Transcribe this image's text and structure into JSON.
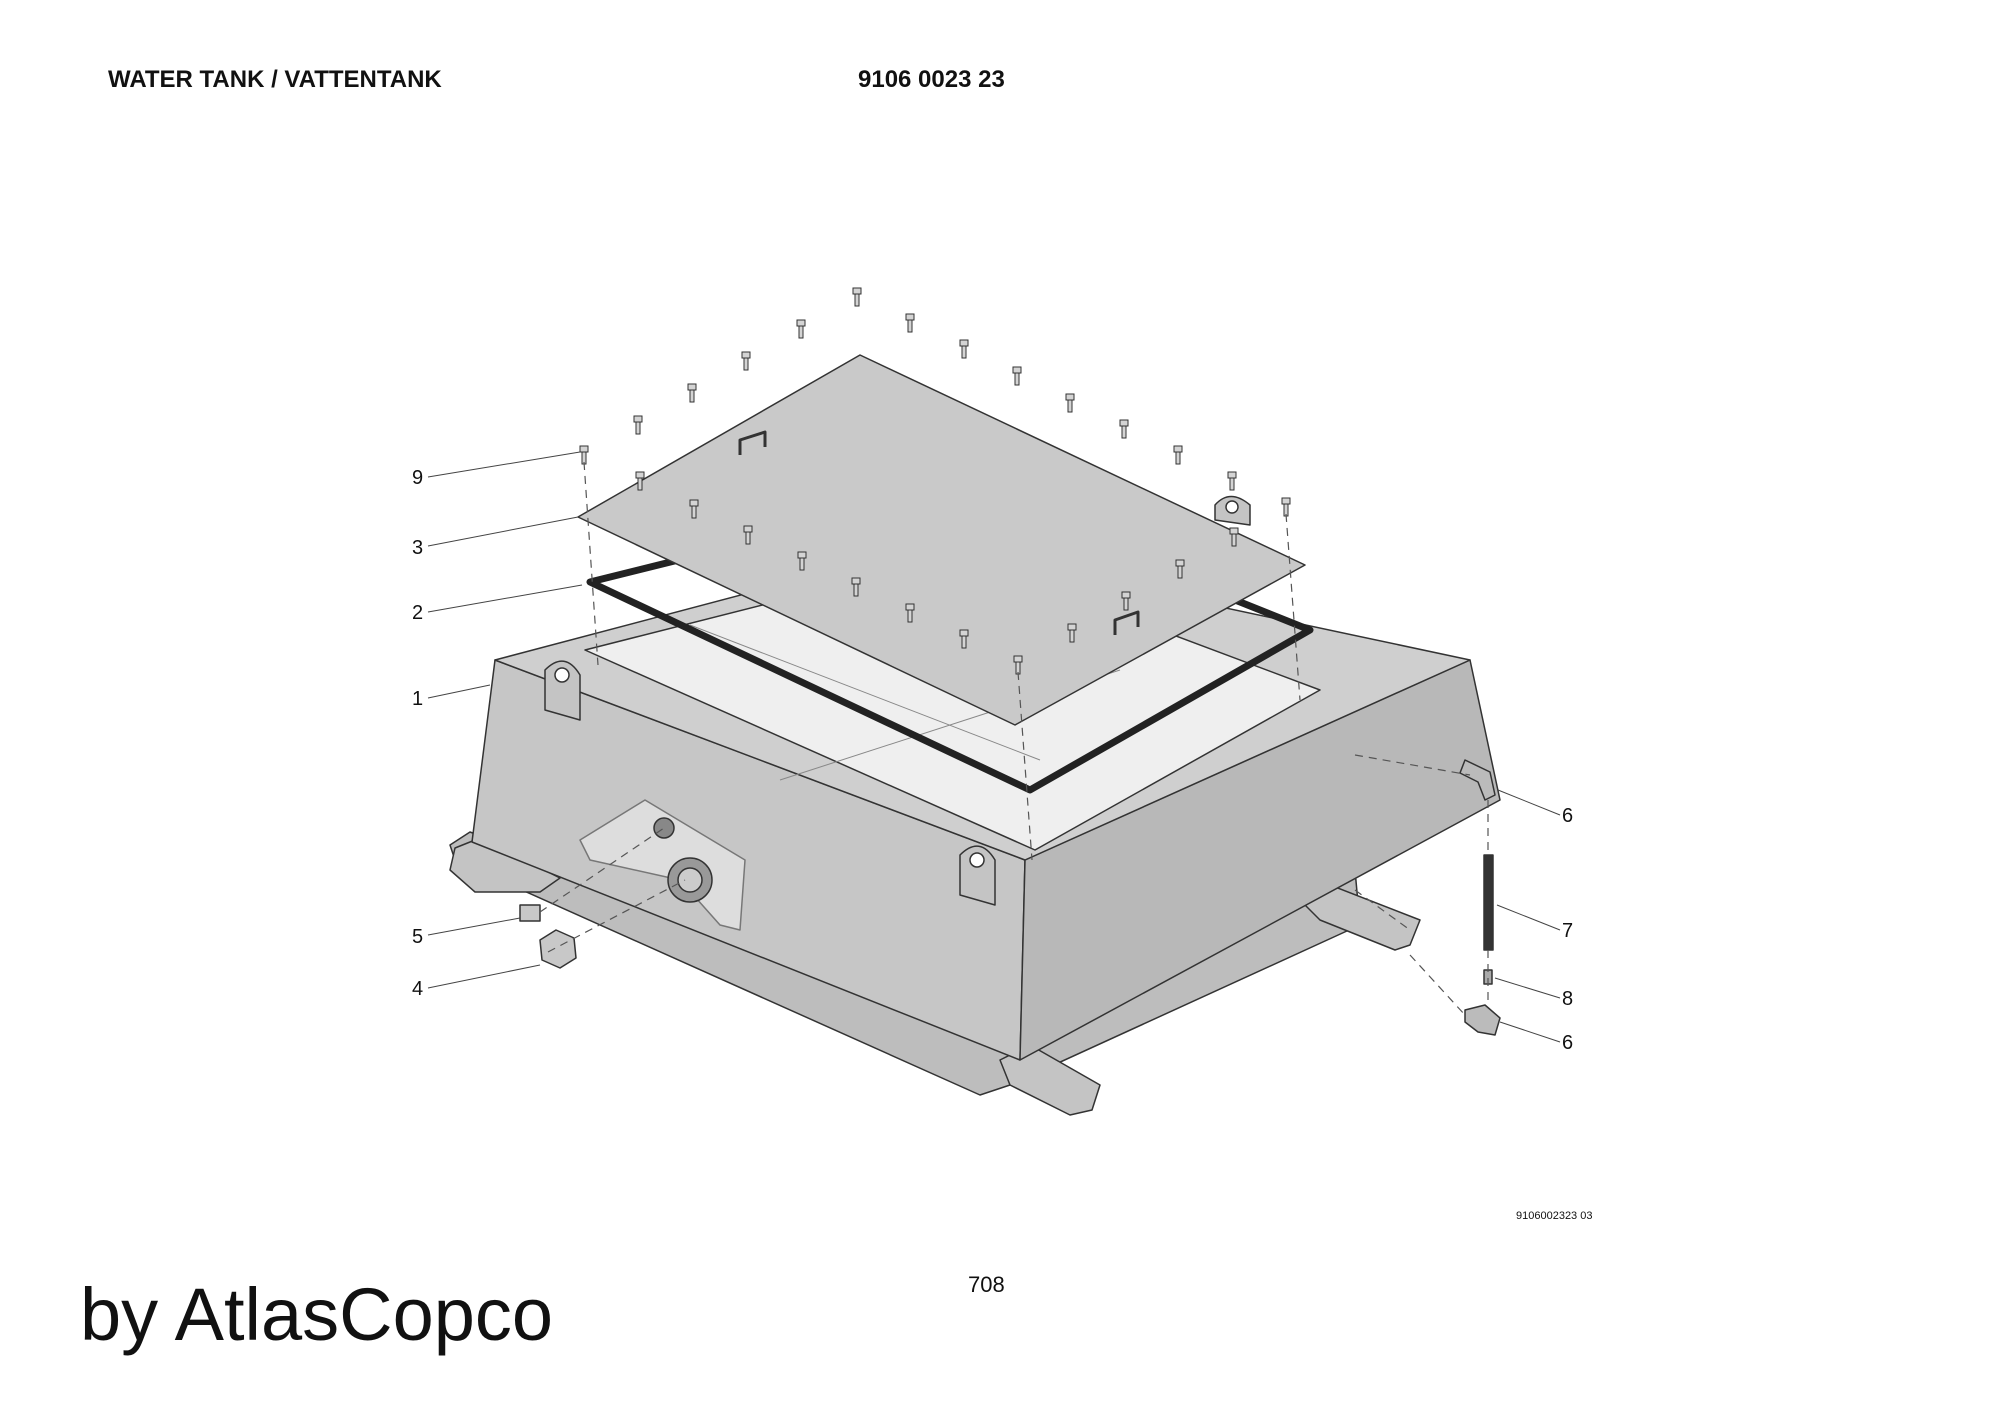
{
  "header": {
    "title": "WATER TANK / VATTENTANK",
    "part_number": "9106 0023 23"
  },
  "callouts": [
    {
      "id": "c9",
      "label": "9"
    },
    {
      "id": "c3",
      "label": "3"
    },
    {
      "id": "c2",
      "label": "2"
    },
    {
      "id": "c1",
      "label": "1"
    },
    {
      "id": "c5",
      "label": "5"
    },
    {
      "id": "c4",
      "label": "4"
    },
    {
      "id": "c6a",
      "label": "6"
    },
    {
      "id": "c7",
      "label": "7"
    },
    {
      "id": "c8",
      "label": "8"
    },
    {
      "id": "c6b",
      "label": "6"
    }
  ],
  "drawing_number": "9106002323 03",
  "page_number": "708",
  "brand": "by AtlasCopco",
  "colors": {
    "part_fill": "#c4c4c4",
    "gasket": "#222222",
    "line": "#333333"
  }
}
